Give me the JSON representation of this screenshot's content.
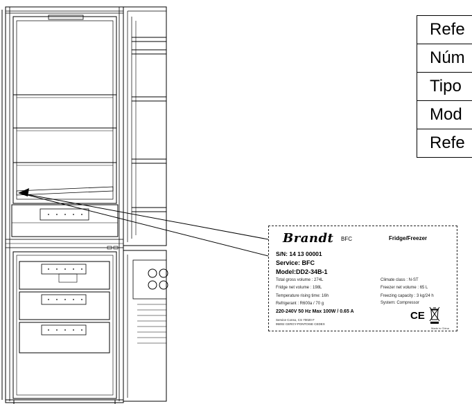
{
  "reference_table": {
    "rows": [
      "Refe",
      "Núm",
      "Tipo",
      "Mod",
      "Refe"
    ]
  },
  "rating_label": {
    "brand": "Brandt",
    "brand_code": "BFC",
    "product_type": "Fridge/Freezer",
    "serial_number": "S/N: 14 13 00001",
    "service": "Service: BFC",
    "model": "Model:DD2-34B-1",
    "left_specs": [
      "Total gross volume : 274L",
      "Fridge net volume : 198L",
      "Temperature rising time: 16h",
      "Refrigerant : R600a / 70 g"
    ],
    "right_specs": [
      "Climate class : N-ST",
      "Freezer net volume : 65 L",
      "Freezing capacity : 3 kg/24 h",
      "System: Compressor"
    ],
    "electrical": "220-240V  50 Hz  Max 100W / 0.65 A",
    "service_address_1": "Service Conso, CS 70020 F",
    "service_address_2": "95002 CERGY-PONTOISE CEDEX",
    "ce_mark": "CE",
    "made_in": "Made in China"
  }
}
